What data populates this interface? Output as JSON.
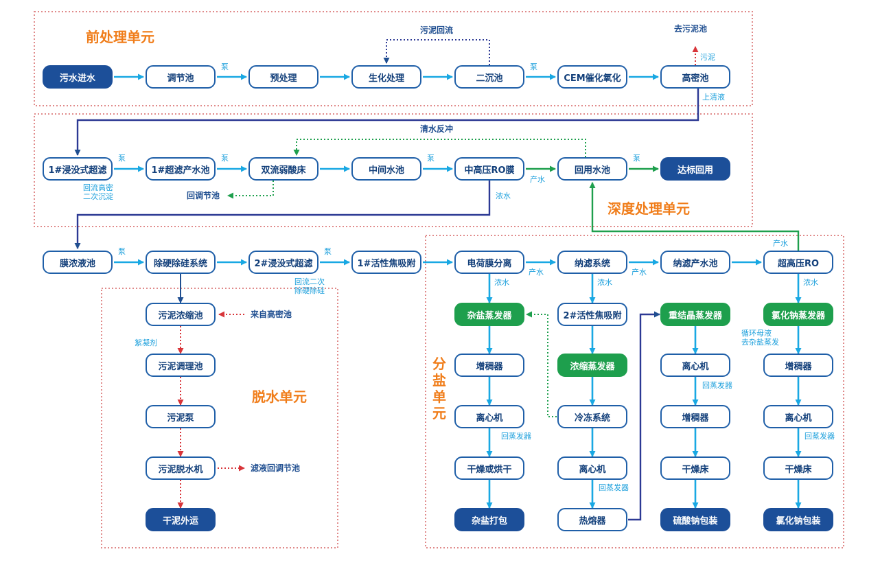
{
  "units": {
    "pre": "前处理单元",
    "deep": "深度处理单元",
    "dewater": "脱水单元",
    "salt": "分盐单元"
  },
  "nodes": {
    "wastewater_in": "污水进水",
    "regulating_tank": "调节池",
    "pretreatment": "预处理",
    "biochemical": "生化处理",
    "secondary_settling": "二沉池",
    "cem_oxidation": "CEM催化氧化",
    "high_density_tank": "高密池",
    "uf1": "1#浸没式超滤",
    "uf1_product_tank": "1#超滤产水池",
    "dual_flow_bed": "双流弱酸床",
    "intermediate_tank": "中间水池",
    "mhp_ro": "中高压RO膜",
    "reuse_tank": "回用水池",
    "standard_reuse": "达标回用",
    "membrane_conc_tank": "膜浓液池",
    "hardness_silica_removal": "除硬除硅系统",
    "uf2": "2#浸没式超滤",
    "ac1": "1#活性焦吸附",
    "ed": "电荷膜分离",
    "nf": "纳滤系统",
    "nf_product_tank": "纳滤产水池",
    "uhp_ro": "超高压RO",
    "sludge_thickener": "污泥浓缩池",
    "sludge_conditioning": "污泥调理池",
    "sludge_pump": "污泥泵",
    "sludge_dewater": "污泥脱水机",
    "dry_sludge_out": "干泥外运",
    "mixed_salt_evap": "杂盐蒸发器",
    "ac2": "2#活性焦吸附",
    "recryst_evap": "重结晶蒸发器",
    "nacl_evap": "氯化钠蒸发器",
    "thickener_a": "增稠器",
    "conc_evap": "浓缩蒸发器",
    "centrifuge_c": "离心机",
    "thickener_d": "增稠器",
    "centrifuge_a": "离心机",
    "freezing": "冷冻系统",
    "thickener_c": "增稠器",
    "centrifuge_d": "离心机",
    "dry_or_bake": "干燥或烘干",
    "centrifuge_b": "离心机",
    "dry_bed_c": "干燥床",
    "dry_bed_d": "干燥床",
    "mixed_salt_pack": "杂盐打包",
    "hot_melt": "热熔器",
    "na2so4_pack": "硫酸钠包装",
    "nacl_pack": "氯化钠包装"
  },
  "labels": {
    "pump": "泵",
    "sludge_return": "污泥回流",
    "to_sludge_tank": "去污泥池",
    "sludge": "污泥",
    "supernatant": "上清液",
    "clear_backwash": "清水反冲",
    "return_hd_secondary_1": "回流高密",
    "return_hd_secondary_2": "二次沉淀",
    "back_to_regulating": "回调节池",
    "product_water": "产水",
    "concentrate": "浓水",
    "return_secondary_1": "回流二次",
    "return_secondary_2": "除硬除硅",
    "from_hd_tank": "来自高密池",
    "flocculant": "絮凝剂",
    "filtrate_back": "滤液回调节池",
    "back_to_evaporator": "回蒸发器",
    "mother_liquor_1": "循环母液",
    "mother_liquor_2": "去杂盐蒸发"
  },
  "colors": {
    "box_border": "#1f5fa8",
    "box_dark": "#1c4f99",
    "box_green": "#1e9f4d",
    "arrow_cyan": "#19a8e3",
    "arrow_navy": "#2c3994",
    "dotted_red": "#d8353a",
    "unit_title": "#f07d1a",
    "unit_frame": "#e08a8a"
  }
}
